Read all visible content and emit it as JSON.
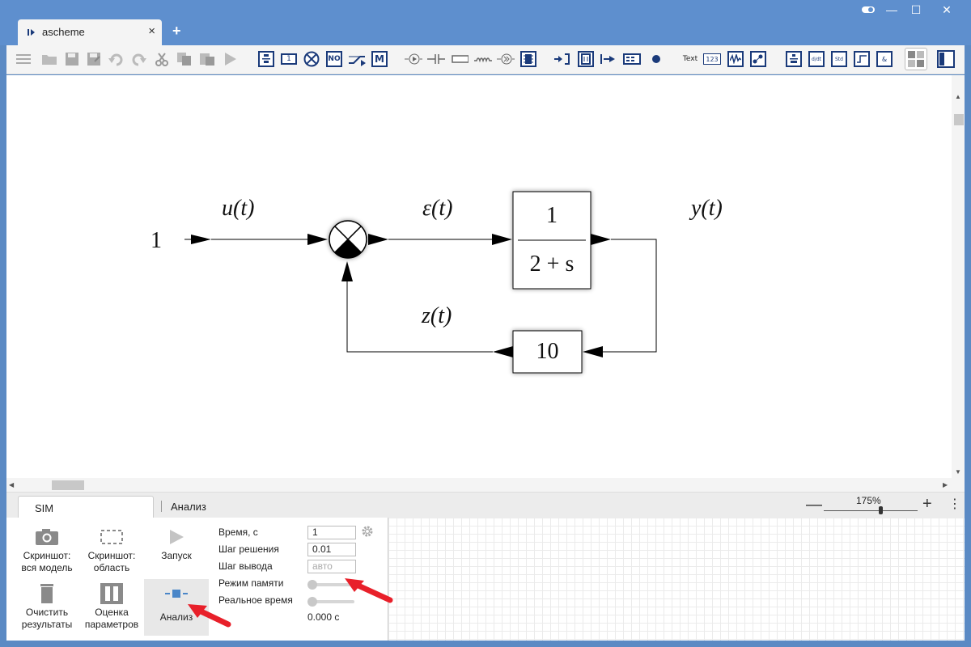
{
  "window": {
    "tab_title": "ascheme",
    "tab_close": "×",
    "new_tab": "+",
    "controls": {
      "minimize": "—",
      "maximize": "☐",
      "close": "✕"
    }
  },
  "toolbar": {
    "icons": [
      "menu-icon",
      "open-icon",
      "save-icon",
      "save-as-icon",
      "undo-icon",
      "redo-icon",
      "cut-icon",
      "copy-icon",
      "paste-icon",
      "run-icon",
      "transfer-function-icon",
      "gain-icon",
      "sum-icon",
      "nonlinear-icon",
      "switch-icon",
      "matrix-icon",
      "ammeter-icon",
      "capacitor-icon",
      "resistor-icon",
      "inductor-icon",
      "source-icon",
      "chip-icon",
      "input-icon",
      "subsystem-icon",
      "output-icon",
      "bus-icon",
      "point-icon",
      "text-icon",
      "display-icon",
      "scope-icon",
      "plot-icon",
      "tf-icon",
      "derivative-icon",
      "state-space-icon",
      "delay-icon",
      "logic-icon",
      "layout-icon",
      "panel-icon"
    ],
    "text_button": "Text",
    "display_button": "123",
    "gain_button": "1",
    "nonlinear_button": "NO",
    "matrix_button": "M",
    "deriv_button": "d/dt",
    "ss_button": "Std"
  },
  "diagram": {
    "input_value": "1",
    "u_label": "u(t)",
    "eps_label": "ε(t)",
    "y_label": "y(t)",
    "z_label": "z(t)",
    "tf_numerator": "1",
    "tf_denominator": "2 + s",
    "gain_value": "10"
  },
  "panel": {
    "tabs": [
      "SIM",
      "Анализ"
    ],
    "active_tab": "SIM",
    "zoom": "175%",
    "zoom_minus": "—",
    "zoom_plus": "+",
    "more": "⋮",
    "buttons": {
      "screenshot_all": [
        "Скриншот:",
        "вся модель"
      ],
      "screenshot_area": [
        "Скриншот:",
        "область"
      ],
      "run": "Запуск",
      "clear": [
        "Очистить",
        "результаты"
      ],
      "estimate": [
        "Оценка",
        "параметров"
      ],
      "analysis": "Анализ"
    },
    "fields": {
      "time_label": "Время, с",
      "time_value": "1",
      "step_label": "Шаг решения",
      "step_value": "0.01",
      "out_step_label": "Шаг вывода",
      "out_step_placeholder": "авто",
      "memory_label": "Режим памяти",
      "realtime_label": "Реальное время",
      "elapsed": "0.000 с"
    }
  },
  "colors": {
    "titlebar": "#5e8fce",
    "icon_blue": "#1a3a7a",
    "annotation_arrow": "#e8202a"
  }
}
